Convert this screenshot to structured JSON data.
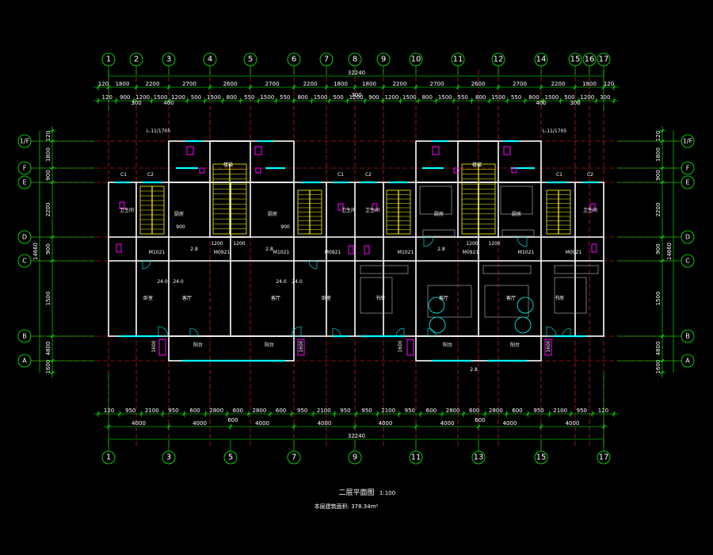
{
  "drawing": {
    "title": "二层平面图",
    "scale": "1:100",
    "area_note": "本层建筑面积: 378.34m²",
    "total_width": "32240",
    "total_depth": "14660",
    "colors": {
      "background": "#000000",
      "grid_axis": "#ff2020",
      "dimension": "#00ff00",
      "wall": "#ffffff",
      "wall_fill": "#c0c0c0",
      "stair": "#ffff00",
      "window": "#00ffff",
      "fixture": "#ff00ff",
      "furniture": "#bfbfbf"
    }
  },
  "axes": {
    "top": [
      "1",
      "2",
      "3",
      "4",
      "5",
      "6",
      "7",
      "8",
      "9",
      "10",
      "11",
      "12",
      "13",
      "14",
      "15",
      "16",
      "17"
    ],
    "bottom": [
      "1",
      "3",
      "5",
      "7",
      "9",
      "11",
      "13",
      "15",
      "17"
    ],
    "rows": [
      "1/F",
      "F",
      "E",
      "D",
      "C",
      "B",
      "A"
    ]
  },
  "dims": {
    "top_row1": [
      "120",
      "1800",
      "2200",
      "2700",
      "2600",
      "2700",
      "2200",
      "1800",
      "1800",
      "2200",
      "2700",
      "2600",
      "2700",
      "2200",
      "1800",
      "120"
    ],
    "top_row2": [
      "120",
      "900",
      "1200",
      "1500",
      "1200",
      "500",
      "1500",
      "800",
      "550",
      "1500",
      "550",
      "800",
      "1500",
      "500",
      "1200",
      "900",
      "1200",
      "1500",
      "800",
      "1500",
      "550",
      "800",
      "1500",
      "550",
      "800",
      "1500",
      "500",
      "1200",
      "300",
      "120"
    ],
    "top_row3": [
      "300",
      "400",
      "300",
      "400",
      "300"
    ],
    "bottom_row1": [
      "120",
      "950",
      "2100",
      "950",
      "600",
      "2800",
      "600",
      "2800",
      "600",
      "950",
      "2100",
      "950",
      "950",
      "2100",
      "950",
      "600",
      "2800",
      "600",
      "2800",
      "600",
      "950",
      "2100",
      "950",
      "120"
    ],
    "bottom_row2": [
      "4000",
      "4000",
      "4000",
      "4000",
      "4000",
      "4000",
      "4000",
      "4000"
    ],
    "bottom_row3": [
      "600",
      "600"
    ],
    "left_vert": [
      "120",
      "1800",
      "900",
      "2200",
      "900",
      "1500",
      "4800",
      "1600",
      "120"
    ],
    "right_vert": [
      "120",
      "1800",
      "900",
      "2200",
      "900",
      "1500",
      "4800",
      "1600",
      "120"
    ]
  },
  "rooms": {
    "bedroom": "卧室",
    "living": "客厅",
    "kitchen": "厨房",
    "bath": "卫生间",
    "balcony": "阳台",
    "stair": "楼梯",
    "study": "书房"
  },
  "labels": {
    "window_c1": "C1",
    "window_c2": "C2",
    "door_m1": "M1021",
    "door_m2": "M0921",
    "level_28": "2.8",
    "level_24": "24.0",
    "detail_left": "L-11/1705",
    "detail_right": "L-11/1705",
    "mark_1600": "1600",
    "mark_900": "900",
    "mark_1200": "1200"
  }
}
